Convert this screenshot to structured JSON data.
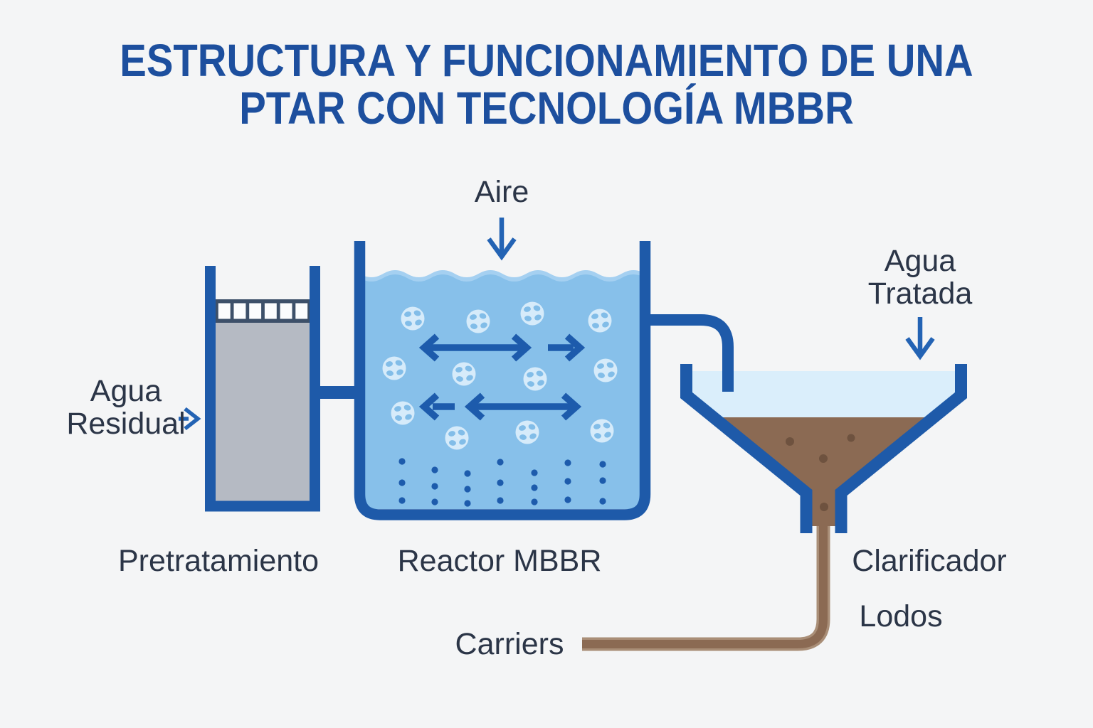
{
  "title": {
    "line1": "ESTRUCTURA Y FUNCIONAMIENTO DE UNA",
    "line2": "PTAR CON TECNOLOGÍA MBBR"
  },
  "labels": {
    "aire": "Aire",
    "agua_residual": [
      "Agua",
      "Residual"
    ],
    "agua_tratada": [
      "Agua",
      "Tratada"
    ],
    "pretratamiento": "Pretratamiento",
    "reactor_mbbr": "Reactor MBBR",
    "clarificador": "Clarificador",
    "lodos": "Lodos",
    "carriers": "Carriers"
  },
  "colors": {
    "background": "#f4f5f6",
    "title_blue": "#1d4f9e",
    "text_navy": "#2b3547",
    "structure_blue": "#1e5aa9",
    "arrow_blue": "#1d5bac",
    "label_arrow_blue": "#2363b4",
    "water_blue": "#87c0ea",
    "wave_crest_blue": "#a5d0f1",
    "carrier_fill": "#d6ebfa",
    "carrier_dot": "#82bde8",
    "bubble_blue": "#1d5bac",
    "gray_fill": "#b5bac3",
    "screen_navy": "#3d5069",
    "slot_white": "#fbfcfd",
    "clarifier_water": "#daeefb",
    "sludge_brown": "#8b6a53",
    "sludge_dot_brown": "#6e523f",
    "pipe_outline_tan": "#a98e77"
  }
}
